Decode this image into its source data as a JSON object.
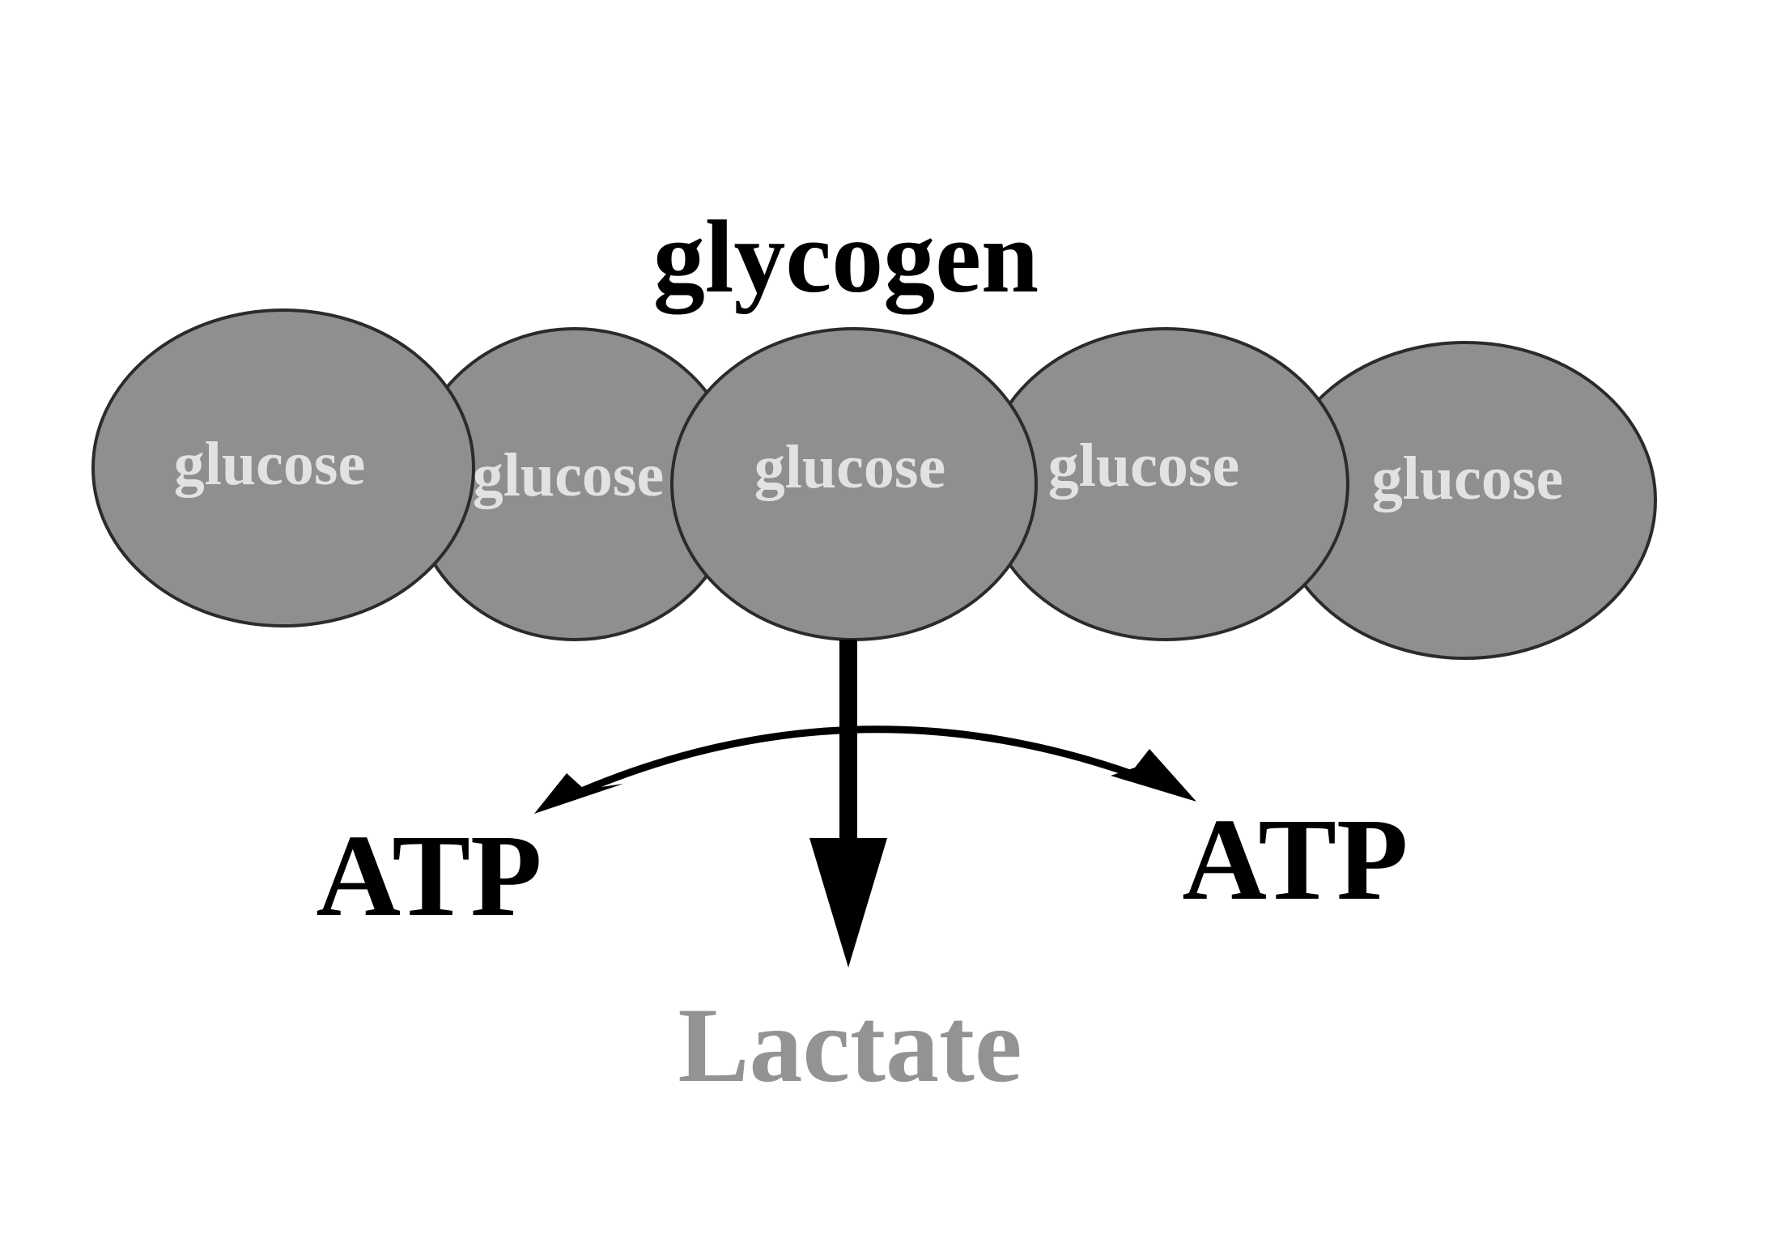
{
  "title": "glycogen",
  "glucose_units": [
    {
      "label": "glucose"
    },
    {
      "label": "glucose"
    },
    {
      "label": "glucose"
    },
    {
      "label": "glucose"
    },
    {
      "label": "glucose"
    }
  ],
  "products": {
    "atp_left": "ATP",
    "atp_right": "ATP",
    "lactate": "Lactate"
  },
  "colors": {
    "glucose_fill": "#8f8f8f",
    "glucose_stroke": "#2b2b2b",
    "glucose_text": "#e2e2e2",
    "arrow": "#000000",
    "title_text": "#000000",
    "atp_text": "#000000",
    "lactate_text": "#939393"
  }
}
